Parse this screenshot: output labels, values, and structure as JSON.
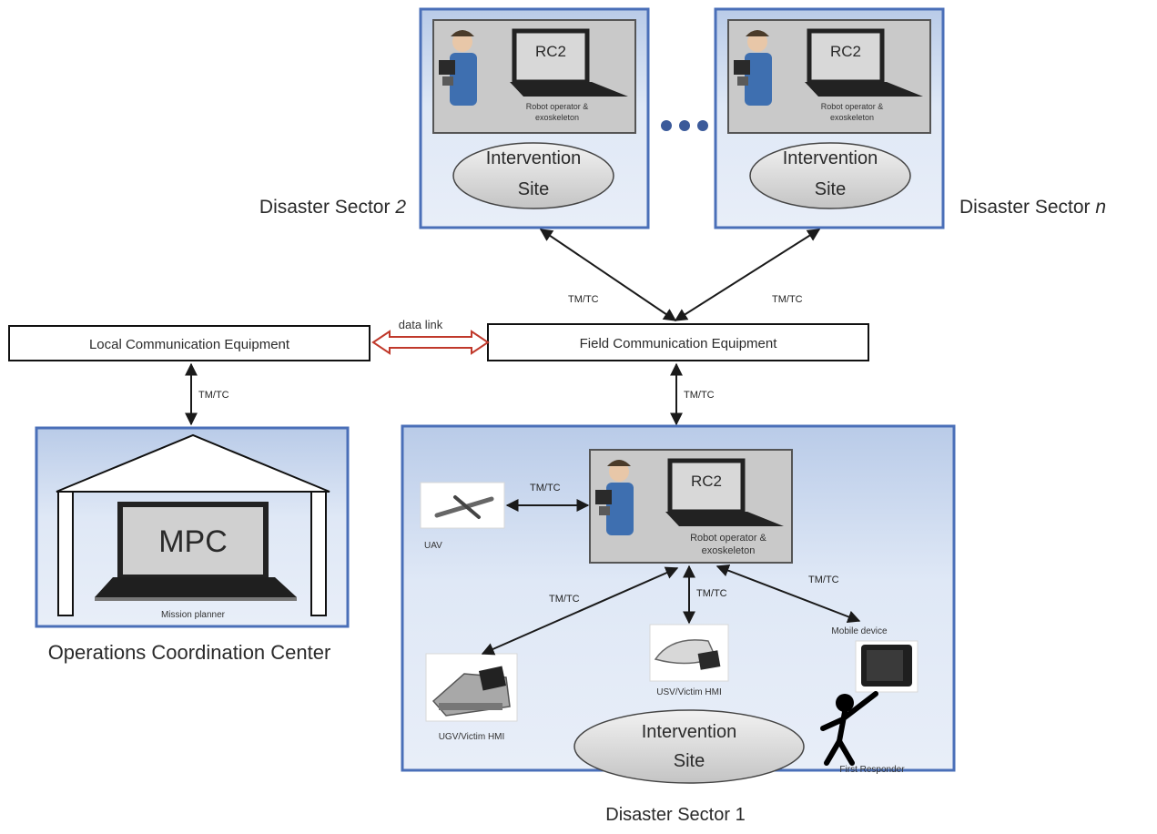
{
  "nodes": {
    "sector_2": {
      "label_prefix": "Disaster Sector ",
      "label_italic": "2",
      "rc_label": "RC2",
      "operator_label_line1": "Robot operator &",
      "operator_label_line2": "exoskeleton",
      "site_line1": "Intervention",
      "site_line2": "Site"
    },
    "sector_n": {
      "label_prefix": "Disaster Sector ",
      "label_italic": "n",
      "rc_label": "RC2",
      "operator_label_line1": "Robot operator &",
      "operator_label_line2": "exoskeleton",
      "site_line1": "Intervention",
      "site_line2": "Site"
    },
    "local_comm": {
      "label": "Local Communication Equipment"
    },
    "field_comm": {
      "label": "Field Communication Equipment"
    },
    "occ": {
      "label": "Operations Coordination Center",
      "mpc_label": "MPC",
      "caption": "Mission planner"
    },
    "sector_1": {
      "label": "Disaster Sector 1",
      "rc_label": "RC2",
      "operator_label_line1": "Robot operator &",
      "operator_label_line2": "exoskeleton",
      "site_line1": "Intervention",
      "site_line2": "Site",
      "uav_label": "UAV",
      "usv_label": "USV/Victim HMI",
      "ugv_label": "UGV/Victim HMI",
      "mobile_label": "Mobile device",
      "responder_label": "First Responder"
    }
  },
  "edges": {
    "data_link": "data link",
    "tmtc": "TM/TC"
  },
  "colors": {
    "sector_fill_light": "#dfe8f6",
    "sector_fill_dark": "#b9cbe8",
    "sector_border": "#4a6fb8",
    "data_link_arrow": "#c0392b",
    "ellipsis_dots": "#3b5a9a"
  }
}
